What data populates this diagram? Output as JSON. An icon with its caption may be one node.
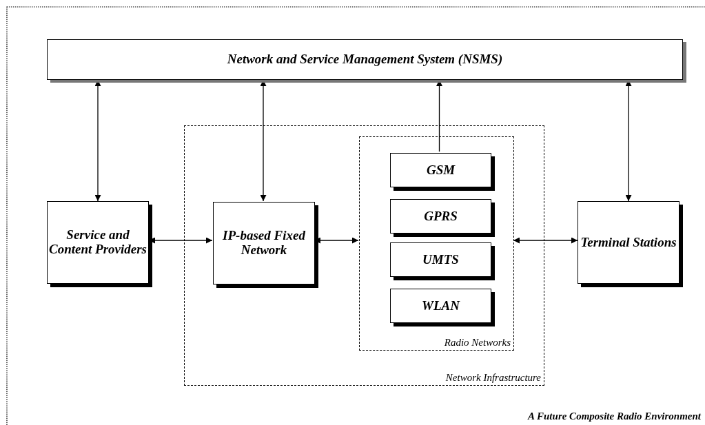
{
  "diagram": {
    "caption": "A Future Composite Radio Environment",
    "nodes": [
      {
        "text": [
          "Network and Service Management System (NSMS)"
        ]
      },
      {
        "text": [
          "Service and Content Providers"
        ]
      },
      {
        "text": [
          "Network Infrastructure"
        ]
      },
      {
        "text": [
          "IP-based Fixed Network"
        ],
        "in": 2
      },
      {
        "text": [
          "Radio Networks"
        ],
        "in": 2
      },
      {
        "text": [
          "GSM"
        ],
        "in": 4
      },
      {
        "text": [
          "GPRS"
        ],
        "in": 4
      },
      {
        "text": [
          "UMTS"
        ],
        "in": 4
      },
      {
        "text": [
          "WLAN"
        ],
        "in": 4
      },
      {
        "text": [
          "Terminal Stations"
        ]
      }
    ],
    "edges": [
      {
        "from": 0,
        "to": 1,
        "arrow": "both"
      },
      {
        "from": 0,
        "to": 3,
        "arrow": "both"
      },
      {
        "from": 5,
        "to": 0,
        "arrow": "to"
      },
      {
        "from": 0,
        "to": 9,
        "arrow": "both"
      },
      {
        "from": 1,
        "to": 3,
        "arrow": "both"
      },
      {
        "from": 3,
        "to": 4,
        "arrow": "both"
      },
      {
        "from": 4,
        "to": 9,
        "arrow": "both"
      }
    ]
  }
}
